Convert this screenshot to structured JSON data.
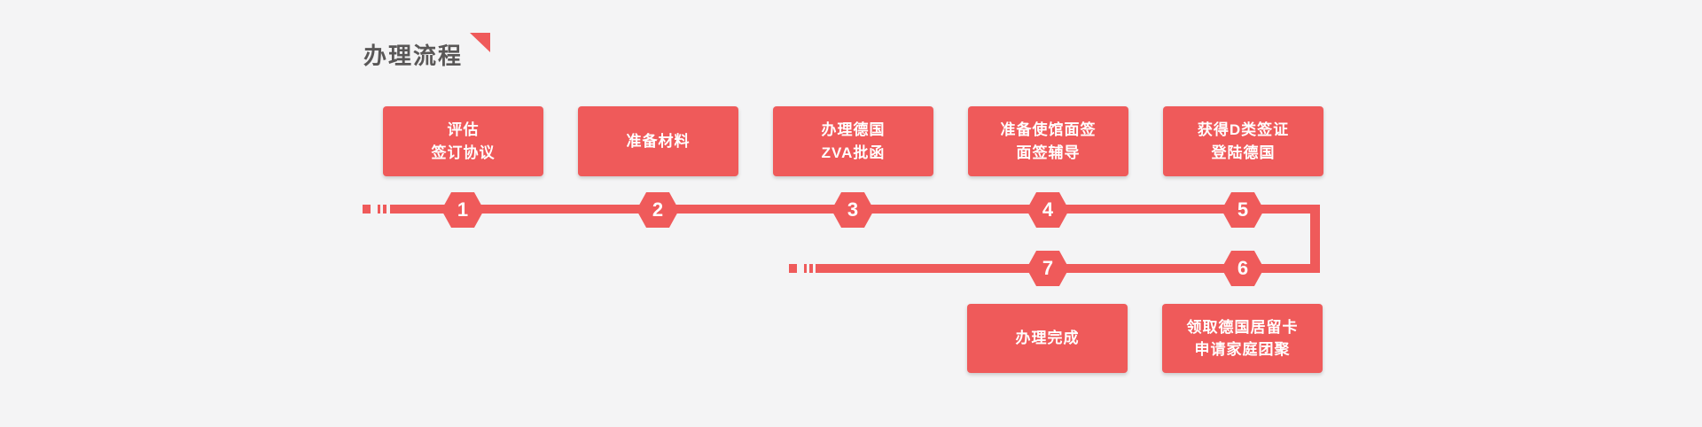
{
  "colors": {
    "accent": "#ef5a5a",
    "background": "#f4f4f5",
    "title_text": "#595757",
    "box_text": "#ffffff"
  },
  "header": {
    "title": "办理流程"
  },
  "steps": [
    {
      "num": "1",
      "line1": "评估",
      "line2": "签订协议"
    },
    {
      "num": "2",
      "line1": "准备材料",
      "line2": ""
    },
    {
      "num": "3",
      "line1": "办理德国",
      "line2": "ZVA批函"
    },
    {
      "num": "4",
      "line1": "准备使馆面签",
      "line2": "面签辅导"
    },
    {
      "num": "5",
      "line1": "获得D类签证",
      "line2": "登陆德国"
    },
    {
      "num": "6",
      "line1": "领取德国居留卡",
      "line2": "申请家庭团聚"
    },
    {
      "num": "7",
      "line1": "办理完成",
      "line2": ""
    }
  ]
}
